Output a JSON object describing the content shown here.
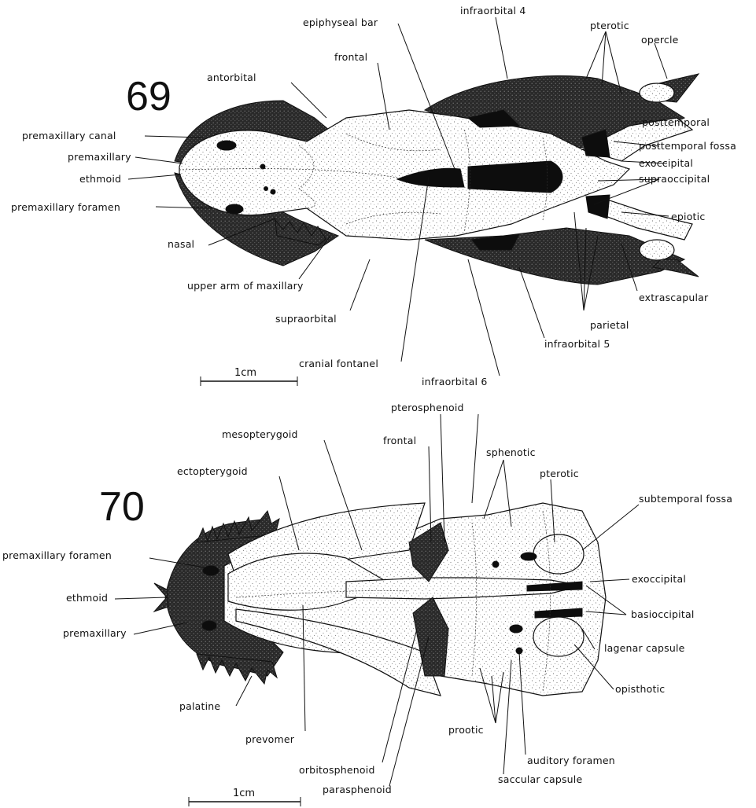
{
  "figures": [
    {
      "number": "69",
      "scale_label": "1cm",
      "labels": {
        "epiphyseal_bar": "epiphyseal bar",
        "infraorbital_4": "infraorbital 4",
        "pterotic": "pterotic",
        "opercle": "opercle",
        "frontal": "frontal",
        "antorbital": "antorbital",
        "premaxillary_canal": "premaxillary canal",
        "posttemporal": "posttemporal",
        "posttemporal_fossa": "posttemporal fossa",
        "premaxillary": "premaxillary",
        "exoccipital": "exoccipital",
        "ethmoid": "ethmoid",
        "supraoccipital": "supraoccipital",
        "premaxillary_foramen": "premaxillary foramen",
        "epiotic": "epiotic",
        "nasal": "nasal",
        "upper_arm_of_maxillary": "upper arm of maxillary",
        "extrascapular": "extrascapular",
        "supraorbital": "supraorbital",
        "parietal": "parietal",
        "infraorbital_5": "infraorbital 5",
        "cranial_fontanel": "cranial fontanel",
        "infraorbital_6": "infraorbital 6"
      }
    },
    {
      "number": "70",
      "scale_label": "1cm",
      "labels": {
        "pterosphenoid": "pterosphenoid",
        "mesopterygoid": "mesopterygoid",
        "frontal": "frontal",
        "sphenotic": "sphenotic",
        "ectopterygoid": "ectopterygoid",
        "pterotic": "pterotic",
        "subtemporal_fossa": "subtemporal fossa",
        "premaxillary_foramen": "premaxillary foramen",
        "exoccipital": "exoccipital",
        "ethmoid": "ethmoid",
        "basioccipital": "basioccipital",
        "premaxillary": "premaxillary",
        "lagenar_capsule": "lagenar capsule",
        "opisthotic": "opisthotic",
        "palatine": "palatine",
        "prootic": "prootic",
        "prevomer": "prevomer",
        "auditory_foramen": "auditory foramen",
        "orbitosphenoid": "orbitosphenoid",
        "saccular_capsule": "saccular capsule",
        "parasphenoid": "parasphenoid"
      }
    }
  ],
  "colors": {
    "ink": "#111111",
    "paper": "#ffffff",
    "dark_bone": "#3a3a3a"
  }
}
